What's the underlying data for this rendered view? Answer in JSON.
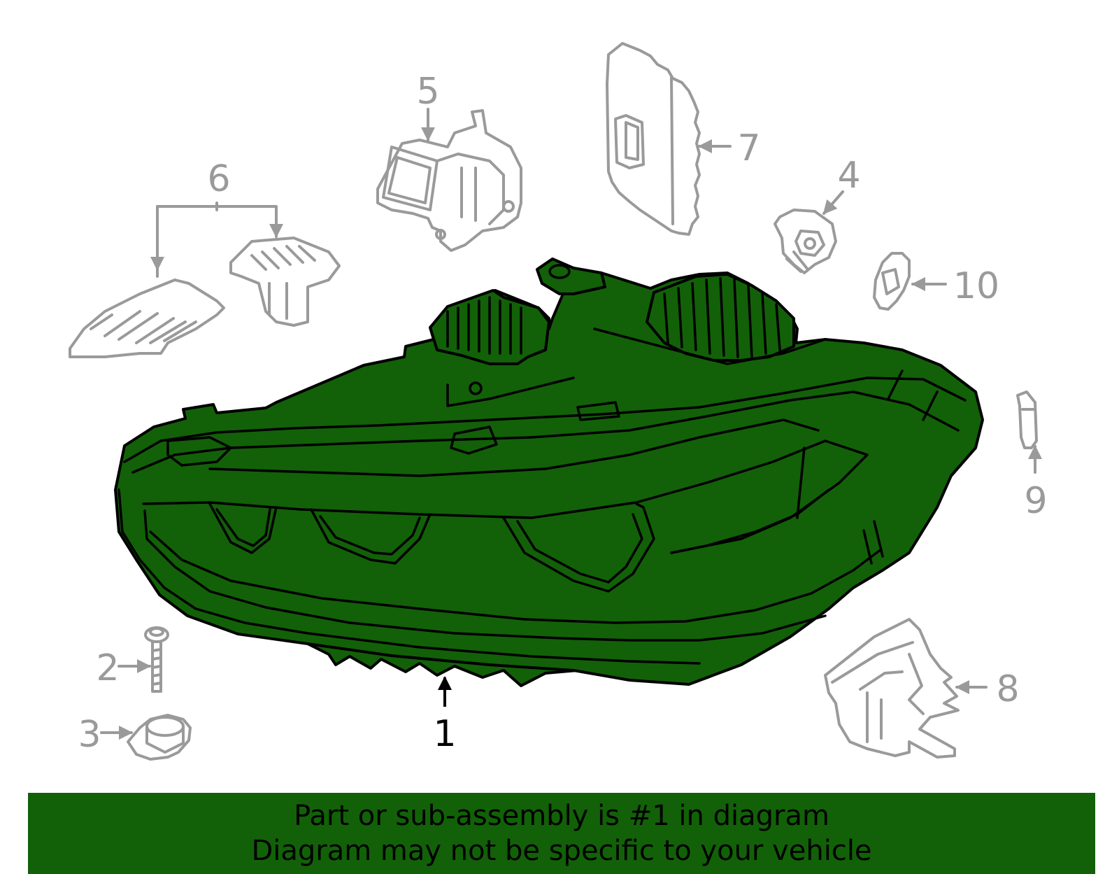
{
  "colors": {
    "highlight_part": "#126108",
    "other_parts": "#9a9a9a",
    "main_outline": "#000000",
    "banner": "#126108"
  },
  "callouts": {
    "part_1": "1",
    "part_2": "2",
    "part_3": "3",
    "part_4": "4",
    "part_5": "5",
    "part_6": "6",
    "part_7": "7",
    "part_8": "8",
    "part_9": "9",
    "part_10": "10"
  },
  "banner": {
    "line1": "Part or sub-assembly is #1 in diagram",
    "line2": "Diagram may not be specific to your vehicle"
  }
}
